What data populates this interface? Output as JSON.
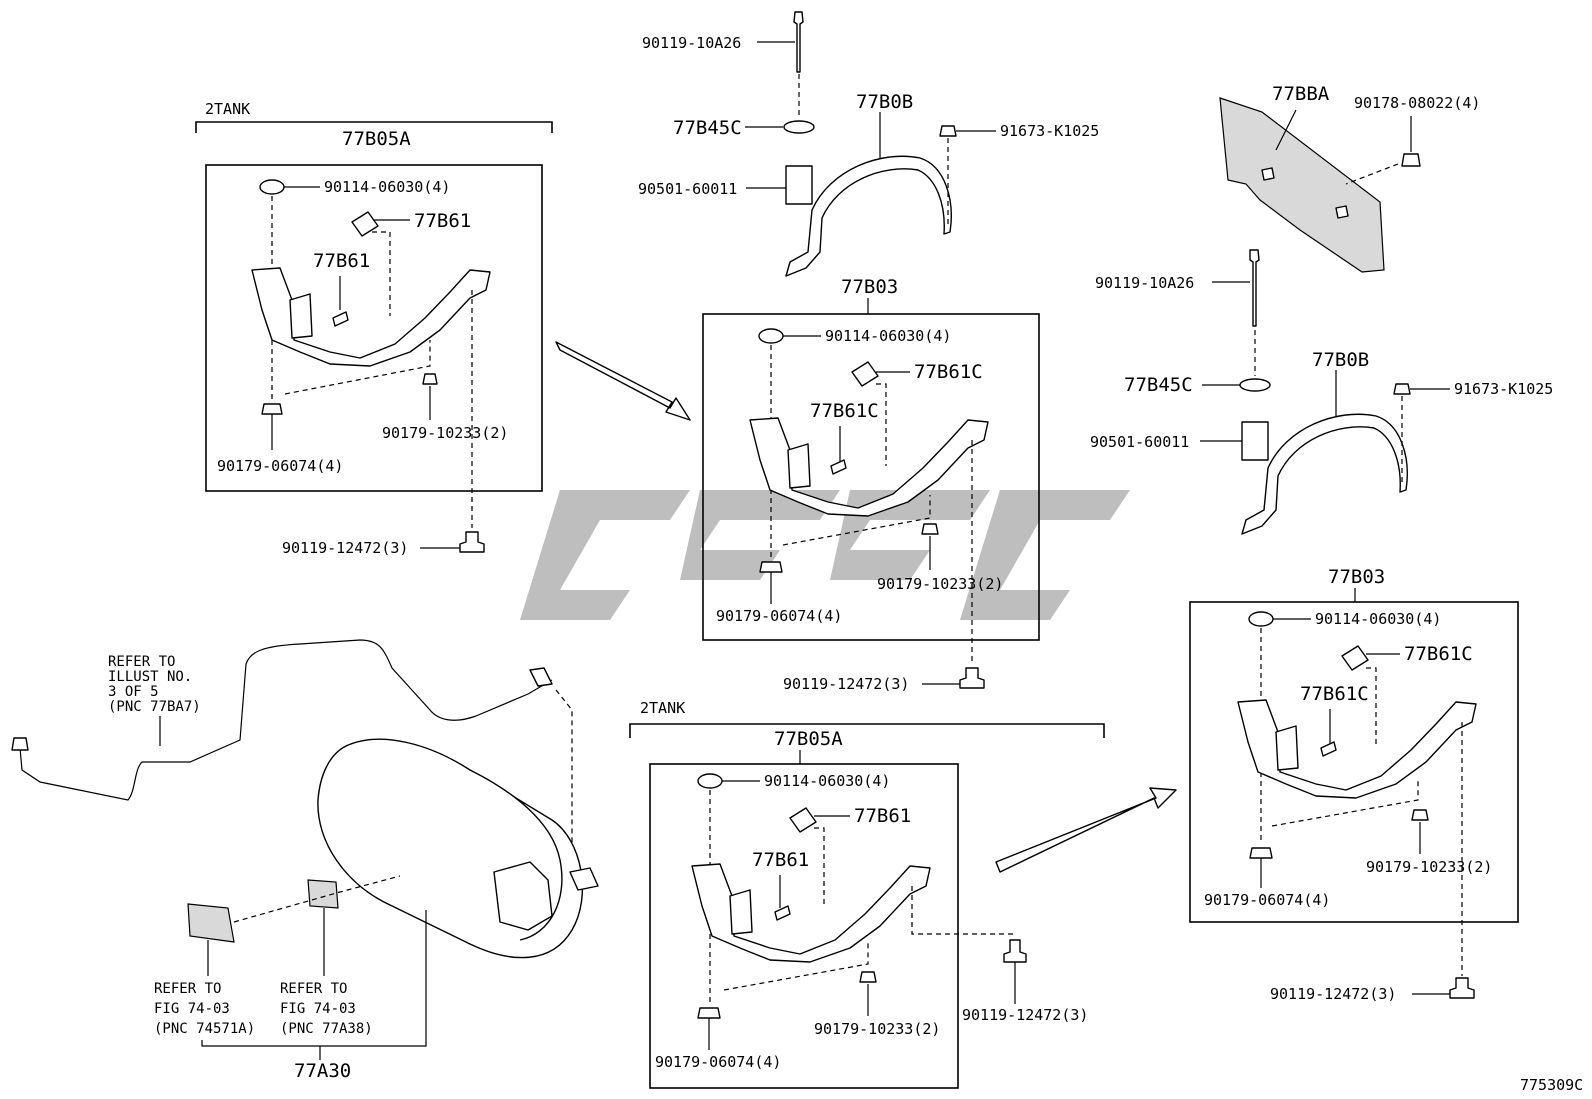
{
  "diagram_code": "775309C",
  "groups": {
    "tank2_top": {
      "title": "2TANK",
      "assembly": "77B05A",
      "bolt": "90114-06030(4)",
      "pad_top": "77B61",
      "pad_side": "77B61",
      "spacer": "90179-10233(2)",
      "nut": "90179-06074(4)"
    },
    "bracket_center": {
      "assembly": "77B03",
      "bolt": "90114-06030(4)",
      "pad_top": "77B61C",
      "pad_side": "77B61C",
      "spacer": "90179-10233(2)",
      "nut": "90179-06074(4)"
    },
    "tank2_bottom": {
      "title": "2TANK",
      "assembly": "77B05A",
      "bolt": "90114-06030(4)",
      "pad_top": "77B61",
      "pad_side": "77B61",
      "spacer": "90179-10233(2)",
      "nut": "90179-06074(4)"
    },
    "bracket_right": {
      "assembly": "77B03",
      "bolt": "90114-06030(4)",
      "pad_top": "77B61C",
      "pad_side": "77B61C",
      "spacer": "90179-10233(2)",
      "nut": "90179-06074(4)"
    }
  },
  "band_top": {
    "long_bolt": "90119-10A26",
    "cushion": "77B45C",
    "band": "77B0B",
    "collar": "90501-60011",
    "clip_bolt": "91673-K1025"
  },
  "band_right": {
    "long_bolt": "90119-10A26",
    "cushion": "77B45C",
    "band": "77B0B",
    "collar": "90501-60011",
    "clip_bolt": "91673-K1025"
  },
  "cover": {
    "part": "77BBA",
    "nut": "90178-08022(4)"
  },
  "mount_bolts": {
    "a": "90119-12472(3)",
    "b": "90119-12472(3)",
    "c": "90119-12472(3)",
    "d": "90119-12472(3)"
  },
  "tank": {
    "assembly": "77A30",
    "refer_illust": [
      "REFER TO",
      "ILLUST NO.",
      "3 OF 5",
      "(PNC 77BA7)"
    ],
    "refer_label_a": [
      "REFER TO",
      "FIG 74-03",
      "(PNC 74571A)"
    ],
    "refer_label_b": [
      "REFER TO",
      "FIG 74-03",
      "(PNC 77A38)"
    ]
  }
}
